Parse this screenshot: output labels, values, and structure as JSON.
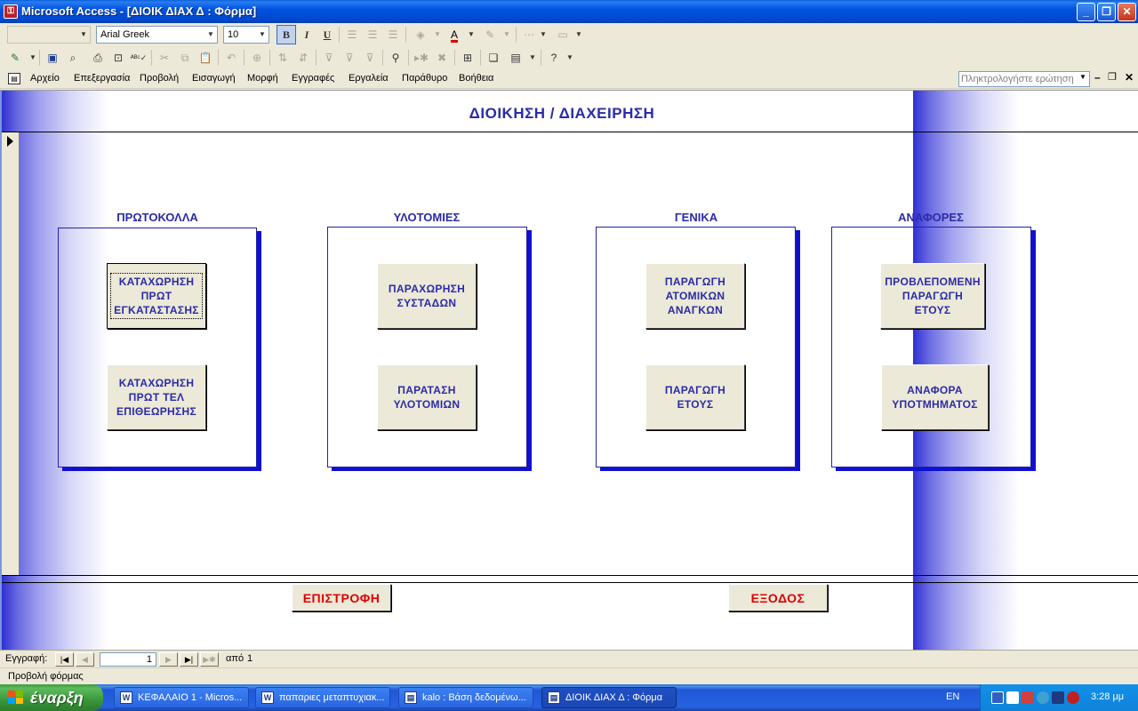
{
  "window": {
    "title": "Microsoft Access - [ΔΙΟΙΚ ΔΙΑΧ Δ : Φόρμα]",
    "minimize": "_",
    "restore": "❐",
    "close": "✕"
  },
  "toolbar1": {
    "object_combo": "",
    "font_name": "Arial Greek",
    "font_size": "10",
    "bold": "B",
    "italic": "I",
    "underline": "U"
  },
  "menu": {
    "items": [
      "Αρχείο",
      "Επεξεργασία",
      "Προβολή",
      "Εισαγωγή",
      "Μορφή",
      "Εγγραφές",
      "Εργαλεία",
      "Παράθυρο",
      "Βοήθεια"
    ],
    "ask_placeholder": "Πληκτρολογήστε ερώτηση"
  },
  "form": {
    "title": "ΔΙΟΙΚΗΣΗ / ΔΙΑΧΕΙΡΗΣΗ",
    "groups": [
      {
        "label": "ΠΡΩΤΟΚΟΛΛΑ",
        "buttons": [
          "ΚΑΤΑΧΩΡΗΣΗ\nΠΡΩΤ\nΕΓΚΑΤΑΣΤΑΣΗΣ",
          "ΚΑΤΑΧΩΡΗΣΗ\nΠΡΩΤ ΤΕΛ\nΕΠΙΘΕΩΡΗΣΗΣ"
        ]
      },
      {
        "label": "ΥΛΟΤΟΜΙΕΣ",
        "buttons": [
          "ΠΑΡΑΧΩΡΗΣΗ\nΣΥΣΤΑΔΩΝ",
          "ΠΑΡΑΤΑΣΗ\nΥΛΟΤΟΜΙΩΝ"
        ]
      },
      {
        "label": "ΓΕΝΙΚΑ",
        "buttons": [
          "ΠΑΡΑΓΩΓΗ\nΑΤΟΜΙΚΩΝ\nΑΝΑΓΚΩΝ",
          "ΠΑΡΑΓΩΓΗ\nΕΤΟΥΣ"
        ]
      },
      {
        "label": "ΑΝΑΦΟΡΕΣ",
        "buttons": [
          "ΠΡΟΒΛΕΠΟΜΕΝΗ\nΠΑΡΑΓΩΓΗ\nΕΤΟΥΣ",
          "ΑΝΑΦΟΡΑ\nΥΠΟΤΜΗΜΑΤΟΣ"
        ]
      }
    ],
    "footer": {
      "back": "ΕΠΙΣΤΡΟΦΗ",
      "exit": "ΕΞΟΔΟΣ"
    }
  },
  "navigation": {
    "label": "Εγγραφή:",
    "current": "1",
    "of_label": "από",
    "total": "1"
  },
  "status": {
    "text": "Προβολή φόρμας"
  },
  "taskbar": {
    "start": "έναρξη",
    "tasks": [
      {
        "label": "ΚΕΦΑΛΑΙΟ 1 - Micros...",
        "icon": "word-icon",
        "active": false
      },
      {
        "label": "παπαριες μεταπτυχιακ...",
        "icon": "word-icon",
        "active": false
      },
      {
        "label": "kalo : Βάση δεδομένω...",
        "icon": "access-icon",
        "active": false
      },
      {
        "label": "ΔΙΟΙΚ ΔΙΑΧ Δ : Φόρμα",
        "icon": "form-icon",
        "active": true
      }
    ],
    "language": "EN",
    "clock": "3:28 μμ"
  }
}
